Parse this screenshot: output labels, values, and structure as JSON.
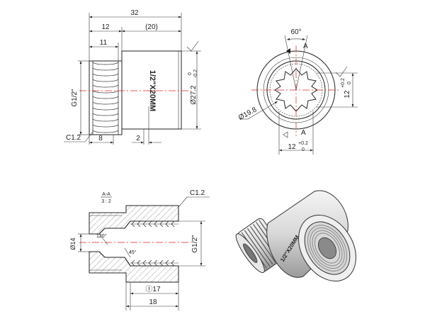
{
  "side_view": {
    "overall_length": "32",
    "male_length": "12",
    "body_length": "(20)",
    "thread_length": "11",
    "male_thread": "G1/2\"",
    "engraving": "1/2\"X20MM",
    "body_diameter": "Ø27.2",
    "body_tol_upper": "0",
    "body_tol_lower": "-0.2",
    "chamfer": "C1.2",
    "groove_width": "8",
    "groove_offset": "2"
  },
  "end_view": {
    "angle": "60°",
    "section_mark_top": "A",
    "section_mark_bottom": "A",
    "hex_diameter": "Ø19.8",
    "hex_width_right": "12",
    "hex_width_bottom": "12",
    "hex_tol_upper": "+0.2",
    "hex_tol_lower": "0"
  },
  "section_view": {
    "title": "A-A",
    "scale": "3 : 2",
    "chamfer": "C1.2",
    "bore_diameter": "Ø14",
    "inner_angle_1": "120°",
    "inner_angle_2": "45°",
    "female_thread": "G1/2\"",
    "socket_diameter": "Ⓘ17",
    "socket_depth": "18"
  },
  "iso_view": {
    "engraving": "1/2\"X20MM"
  }
}
